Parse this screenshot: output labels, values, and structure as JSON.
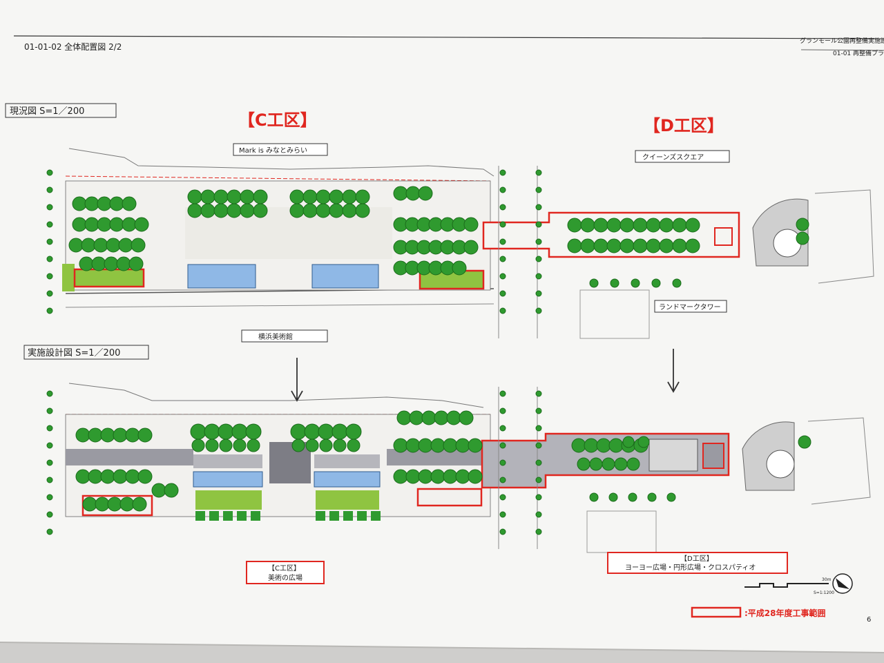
{
  "header": {
    "sheet": "01-01-02 全体配置図 2/2",
    "project": "グランモール公園再整備実施設",
    "subtitle": "01-01 再整備プラ"
  },
  "sections": {
    "current": "現況図 S=1／200",
    "design": "実施設計図 S=1／200"
  },
  "zones": {
    "c_heading": "【C工区】",
    "d_heading": "【D工区】"
  },
  "labels": {
    "mark_is": "Mark is みなとみらい",
    "queens": "クイーンズスクエア",
    "landmark": "ランドマークタワー",
    "museum": "横浜美術館"
  },
  "bottom_boxes": {
    "c_title": "【C工区】",
    "c_sub": "美術の広場",
    "d_title": "【D工区】",
    "d_sub": "ヨーヨー広場・円形広場・クロスパティオ"
  },
  "legend": {
    "label": ":平成28年度工事範囲",
    "color": "#e0261f"
  },
  "scale_bar": {
    "text": "S=1:1200",
    "max": "30m"
  },
  "page_number": "6",
  "colors": {
    "tree": "#2f9a2f",
    "tree_dark": "#1b6b1b",
    "water": "#8fb8e6",
    "lawn": "#8fc441",
    "paving": "#9a9aa2",
    "boundary": "#e0261f"
  }
}
